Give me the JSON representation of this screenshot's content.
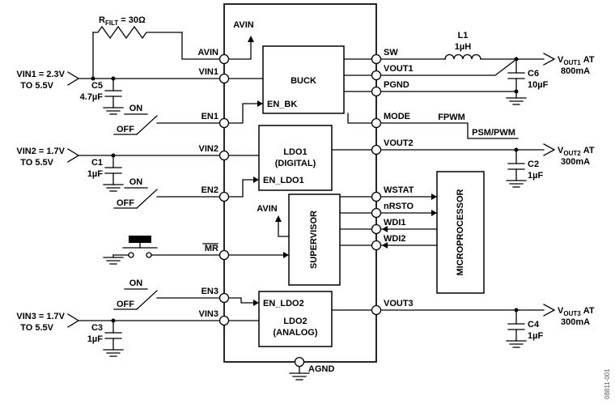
{
  "figure_number": "08811-001",
  "colors": {
    "line": "#000000",
    "figure_number": "#595959"
  },
  "ic": {
    "pins": {
      "left": {
        "avin": "AVIN",
        "vin1": "VIN1",
        "en1": "EN1",
        "vin2": "VIN2",
        "en2": "EN2",
        "mr": "MR",
        "en3": "EN3",
        "vin3": "VIN3"
      },
      "right": {
        "sw": "SW",
        "vout1": "VOUT1",
        "pgnd": "PGND",
        "mode": "MODE",
        "vout2": "VOUT2",
        "wstat": "WSTAT",
        "nrsto": "nRSTO",
        "wdi1": "WDI1",
        "wdi2": "WDI2",
        "vout3": "VOUT3"
      },
      "bottom": {
        "agnd": "AGND"
      }
    },
    "internal": {
      "avin_rail": "AVIN",
      "buck": {
        "label": "BUCK",
        "enable": "EN_BK"
      },
      "ldo1": {
        "name": "LDO1",
        "type": "(DIGITAL)",
        "enable": "EN_LDO1"
      },
      "supervisor": {
        "label": "SUPERVISOR",
        "avin": "AVIN"
      },
      "ldo2": {
        "name": "LDO2",
        "type": "(ANALOG)",
        "enable": "EN_LDO2"
      }
    }
  },
  "external": {
    "microprocessor": "MICROPROCESSOR"
  },
  "inputs": {
    "vin1": {
      "line1": "VIN1 = 2.3V",
      "line2": "TO 5.5V"
    },
    "vin2": {
      "line1": "VIN2 = 1.7V",
      "line2": "TO 5.5V"
    },
    "vin3": {
      "line1": "VIN3 = 1.7V",
      "line2": "TO 5.5V"
    }
  },
  "outputs": {
    "vout1": {
      "symbol": "V",
      "subscript": "OUT1",
      "suffix": "AT",
      "rating": "800mA"
    },
    "vout2": {
      "symbol": "V",
      "subscript": "OUT2",
      "suffix": "AT",
      "rating": "300mA"
    },
    "vout3": {
      "symbol": "V",
      "subscript": "OUT3",
      "suffix": "AT",
      "rating": "300mA"
    }
  },
  "components": {
    "r_filt": {
      "symbol": "R",
      "subscript": "FILT",
      "value": "= 30Ω"
    },
    "l1": {
      "name": "L1",
      "value": "1µH"
    },
    "c1": {
      "name": "C1",
      "value": "1µF"
    },
    "c2": {
      "name": "C2",
      "value": "1µF"
    },
    "c3": {
      "name": "C3",
      "value": "1µF"
    },
    "c4": {
      "name": "C4",
      "value": "1µF"
    },
    "c5": {
      "name": "C5",
      "value": "4.7µF"
    },
    "c6": {
      "name": "C6",
      "value": "10µF"
    }
  },
  "switches": {
    "on": "ON",
    "off": "OFF"
  },
  "mode_levels": {
    "high": "FPWM",
    "low": "PSM/PWM"
  }
}
